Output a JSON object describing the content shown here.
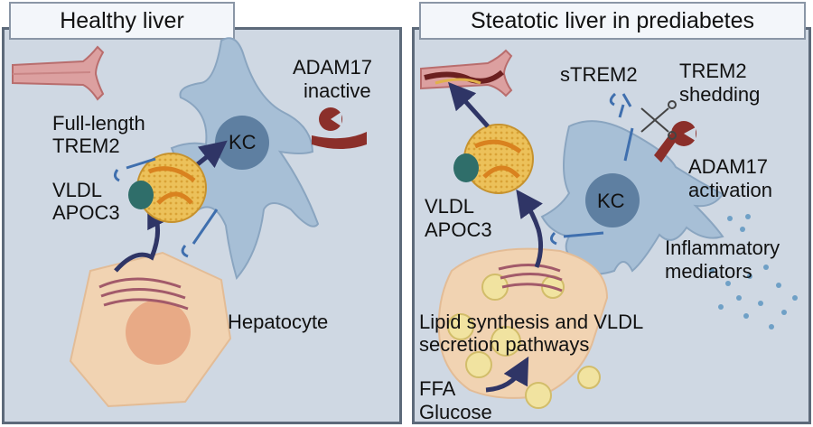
{
  "left_panel": {
    "title": "Healthy liver",
    "labels": {
      "kc": "KC",
      "adam17_line1": "ADAM17",
      "adam17_line2": "inactive",
      "trem2_line1": "Full-length",
      "trem2_line2": "TREM2",
      "vldl": "VLDL",
      "apoc3": "APOC3",
      "hepatocyte": "Hepatocyte"
    }
  },
  "right_panel": {
    "title": "Steatotic liver in prediabetes",
    "labels": {
      "strem2": "sTREM2",
      "shedding_line1": "TREM2",
      "shedding_line2": "shedding",
      "adam17_line1": "ADAM17",
      "adam17_line2": "activation",
      "kc": "KC",
      "vldl": "VLDL",
      "apoc3": "APOC3",
      "inflam_line1": "Inflammatory",
      "inflam_line2": "mediators",
      "lipid_line1": "Lipid synthesis and VLDL",
      "lipid_line2": "secretion pathways",
      "ffa": "FFA",
      "glucose": "Glucose"
    }
  },
  "colors": {
    "panel_bg": "#cfd8e3",
    "kc_cell": "#a7bfd6",
    "nucleus": "#5e7fa1",
    "hepatocyte": "#f1d3b2",
    "vldl": "#ecc15a",
    "apoc3": "#2f6e6a",
    "arrow": "#2f3566",
    "adam17": "#8b2f2a",
    "trem2": "#3f6fae",
    "vessel": "#dca0a0"
  }
}
